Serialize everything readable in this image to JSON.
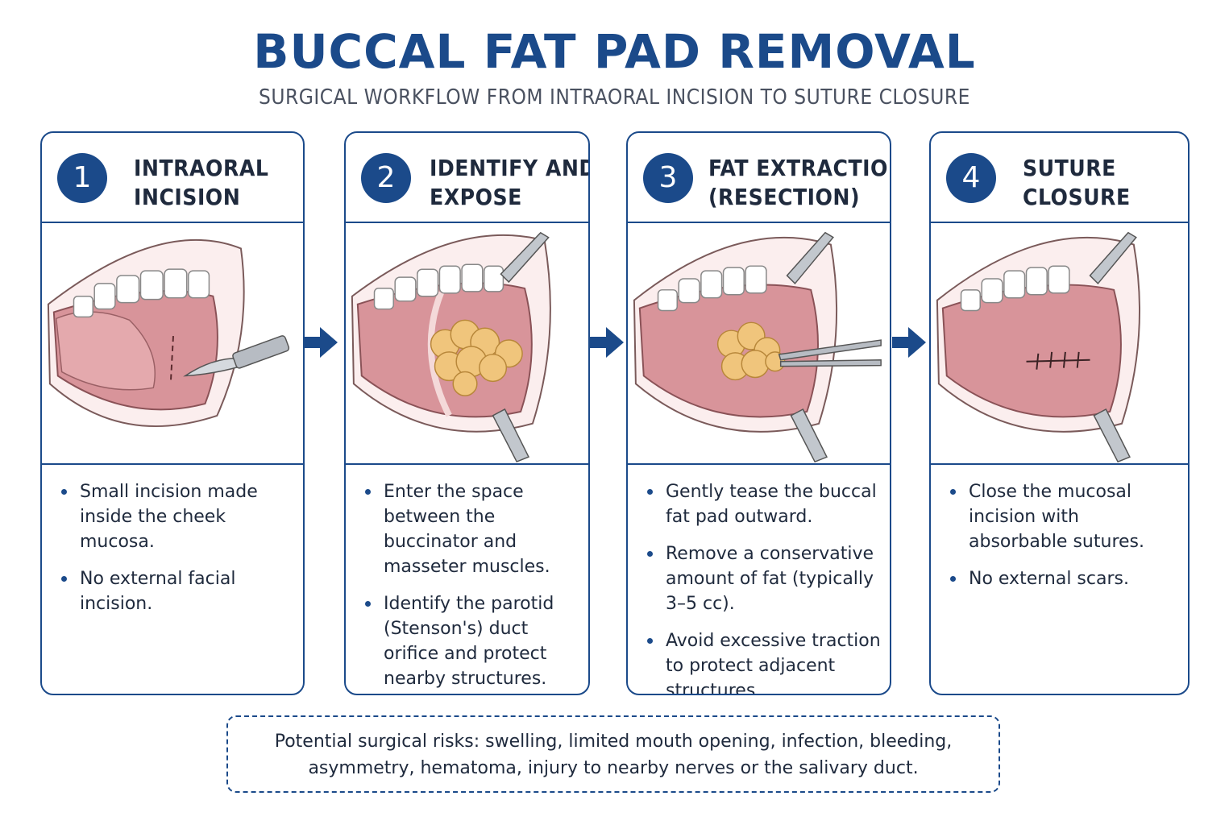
{
  "header": {
    "title": "BUCCAL FAT PAD REMOVAL",
    "subtitle": "SURGICAL WORKFLOW FROM INTRAORAL INCISION TO SUTURE CLOSURE"
  },
  "colors": {
    "accent": "#1b4a8a",
    "mucosa": "#d8949a",
    "fat": "#f0c57c",
    "instrument": "#b7bcc3"
  },
  "steps": [
    {
      "number": "1",
      "title_lines": [
        "INTRAORAL",
        "INCISION"
      ],
      "illustration_icon": "scalpel-icon",
      "bullets": [
        "Small incision made inside the cheek mucosa.",
        "No external facial incision."
      ]
    },
    {
      "number": "2",
      "title_lines": [
        "IDENTIFY AND",
        "EXPOSE"
      ],
      "illustration_icon": "retractor-icon",
      "bullets": [
        "Enter the space between the buccinator and masseter muscles.",
        "Identify the parotid (Stenson's) duct orifice and protect nearby structures."
      ]
    },
    {
      "number": "3",
      "title_lines": [
        "FAT EXTRACTION",
        "(RESECTION)"
      ],
      "illustration_icon": "forceps-icon",
      "bullets": [
        "Gently tease the buccal fat pad outward.",
        "Remove a conservative amount of fat (typically 3–5 cc).",
        "Avoid excessive traction to protect adjacent structures."
      ]
    },
    {
      "number": "4",
      "title_lines": [
        "SUTURE",
        "CLOSURE"
      ],
      "illustration_icon": "suture-icon",
      "bullets": [
        "Close the mucosal incision with absorbable sutures.",
        "No external scars."
      ]
    }
  ],
  "risks": {
    "lines": [
      "Potential surgical risks: swelling, limited mouth opening, infection, bleeding,",
      "asymmetry, hematoma, injury to nearby nerves or the salivary duct."
    ]
  }
}
